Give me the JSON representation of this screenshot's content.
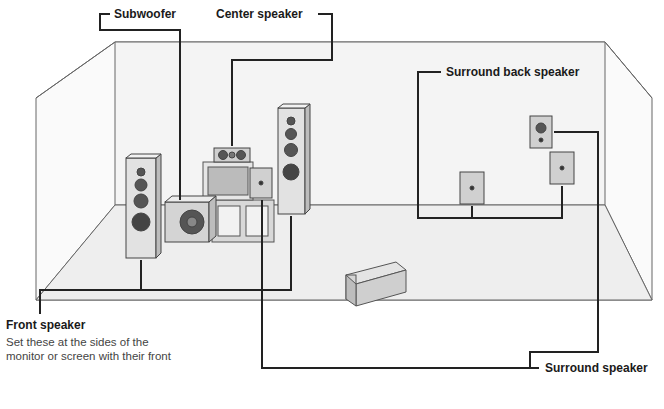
{
  "diagram": {
    "labels": [
      "Subwoofer",
      "Center speaker",
      "Surround back speaker",
      "Front speaker",
      "Set these at the sides of the monitor or screen with their front",
      "Surround speaker"
    ]
  }
}
